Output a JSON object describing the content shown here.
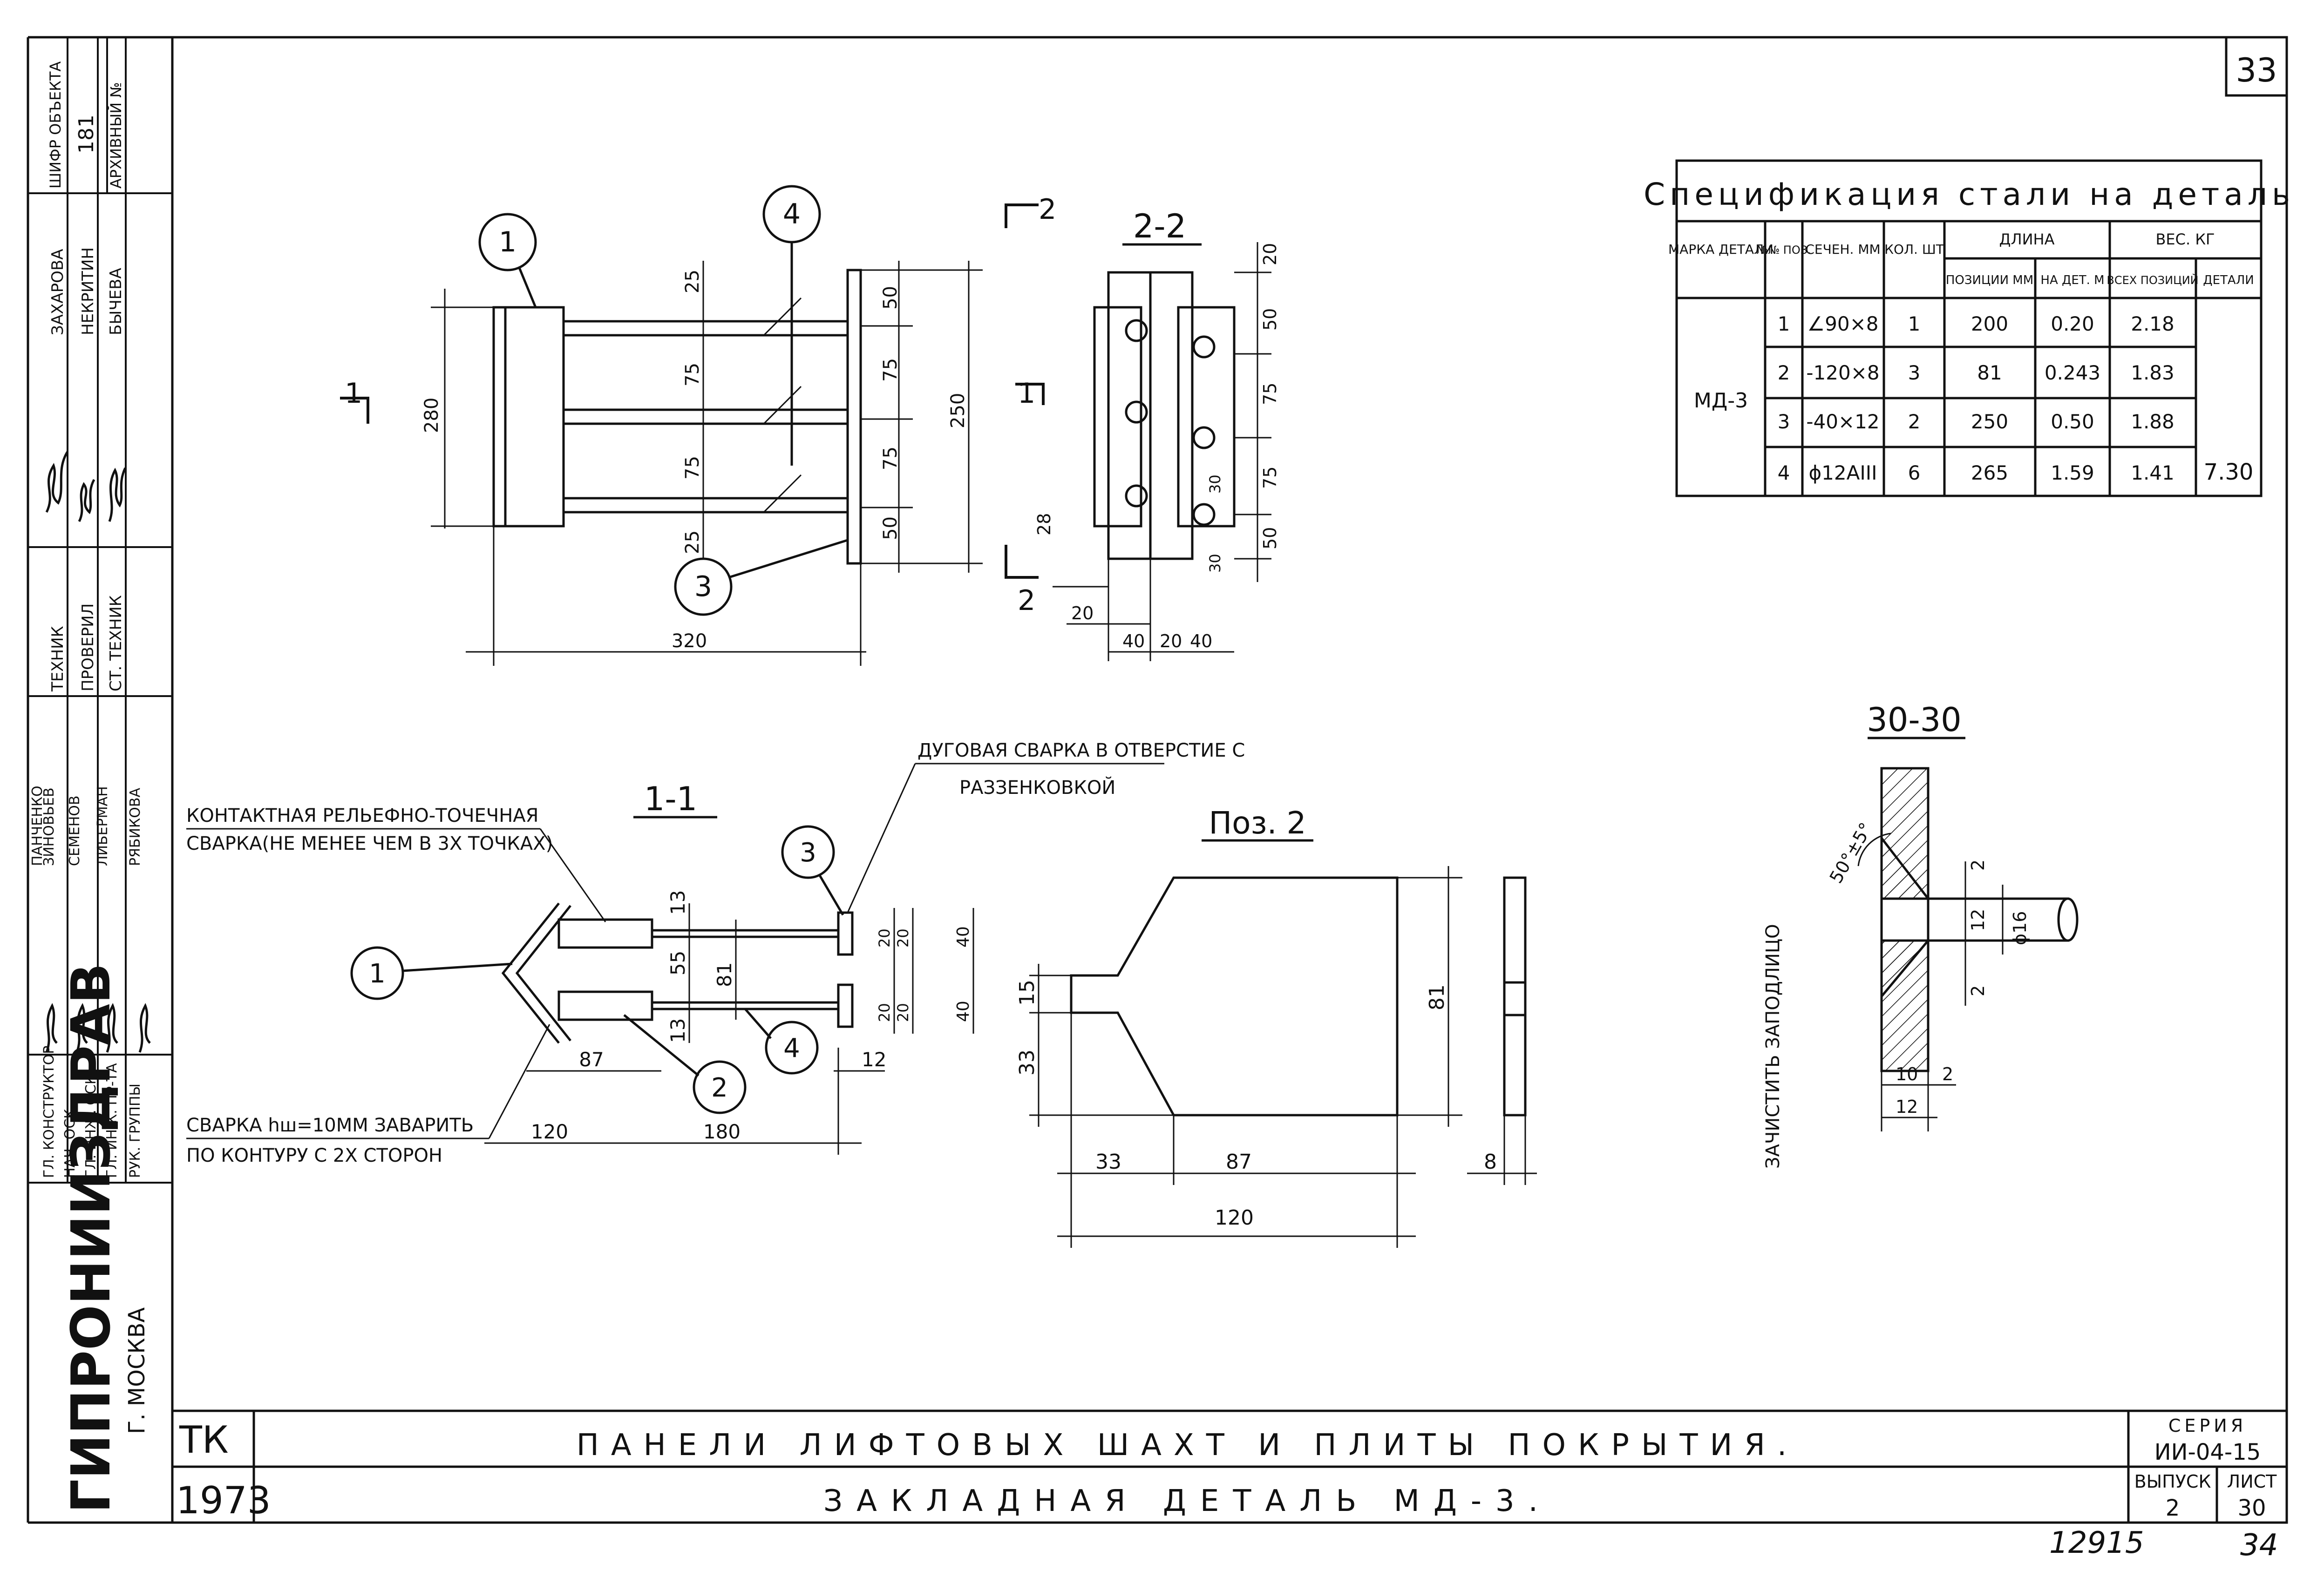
{
  "sheet_number_top": "33",
  "sheet_number_bottom": "34",
  "inventory_number": "12915",
  "spec_table": {
    "title": "Спецификация стали на деталь",
    "headers": {
      "mark": "МАРКА ДЕТАЛИ",
      "pos": "№№ ПОЗ.",
      "section": "СЕЧЕН. ММ",
      "qty": "КОЛ. ШТ",
      "length": "ДЛИНА",
      "length_pos": "ПОЗИЦИИ ММ",
      "length_det": "НА ДЕТ. М",
      "weight": "ВЕС. КГ",
      "weight_all": "ВСЕХ ПОЗИЦИЙ",
      "weight_det": "ДЕТАЛИ"
    },
    "mark": "МД-3",
    "rows": [
      {
        "pos": "1",
        "section": "∠90×8",
        "qty": "1",
        "length_pos": "200",
        "length_det": "0.20",
        "weight_all": "2.18"
      },
      {
        "pos": "2",
        "section": "-120×8",
        "qty": "3",
        "length_pos": "81",
        "length_det": "0.243",
        "weight_all": "1.83"
      },
      {
        "pos": "3",
        "section": "-40×12",
        "qty": "2",
        "length_pos": "250",
        "length_det": "0.50",
        "weight_all": "1.88"
      },
      {
        "pos": "4",
        "section": "ϕ12АIII",
        "qty": "6",
        "length_pos": "265",
        "length_det": "1.59",
        "weight_all": "1.41"
      }
    ],
    "weight_total": "7.30"
  },
  "views": {
    "plan": {
      "dims": [
        "25",
        "75",
        "75",
        "25",
        "280",
        "320",
        "50",
        "75",
        "75",
        "50",
        "250"
      ],
      "pos": [
        "1",
        "4",
        "3"
      ],
      "cut1": "1",
      "cut2": "2"
    },
    "section22": {
      "title": "2-2",
      "dims": [
        "20",
        "50",
        "75",
        "75",
        "50",
        "28",
        "20",
        "40",
        "20",
        "40",
        "30",
        "30"
      ],
      "cut1": "1",
      "cut2": "2"
    },
    "section11": {
      "title": "1-1",
      "dims": [
        "13",
        "55",
        "81",
        "13",
        "87",
        "120",
        "180",
        "12",
        "20",
        "20",
        "40",
        "20",
        "20",
        "40"
      ],
      "pos": [
        "1",
        "2",
        "3",
        "4"
      ]
    },
    "pos2": {
      "title": "Поз. 2",
      "dims": [
        "15",
        "33",
        "81",
        "33",
        "87",
        "120",
        "8"
      ]
    },
    "section3030": {
      "title": "30-30",
      "dims": [
        "50°±5°",
        "2",
        "12",
        "ϕ16",
        "2",
        "10",
        "2",
        "12"
      ],
      "label": "ЗАЧИСТИТЬ ЗАПОДЛИЦО"
    }
  },
  "notes": {
    "contact_weld_1": "КОНТАКТНАЯ РЕЛЬЕФНО-ТОЧЕЧНАЯ",
    "contact_weld_2": "СВАРКА(НЕ МЕНЕЕ ЧЕМ В 3Х ТОЧКАХ)",
    "arc_weld_1": "ДУГОВАЯ СВАРКА В ОТВЕРСТИЕ С",
    "arc_weld_2": "РАЗЗЕНКОВКОЙ",
    "contour_weld_1": "СВАРКА hш=10ММ ЗАВАРИТЬ",
    "contour_weld_2": "ПО КОНТУРУ С 2Х СТОРОН"
  },
  "left_stamp": {
    "cells": [
      "ТЕХНИК",
      "ПРОВЕРИЛ",
      "СТ. ТЕХНИК",
      "ГЛ. КОНСТРУКТОР",
      "НАЧ. ОСК",
      "ГЛ. ИНЖ. ОСК",
      "ГЛ. ИНЖ. ПР-ТА",
      "РУК. ГРУППЫ",
      "ЗАХАРОВА",
      "НЕКРИТИН",
      "БЫЧЕВА",
      "ЗИНОВЬЕВ",
      "СЕМЕНОВ",
      "ЛИБЕРМАН",
      "РЯБИКОВА",
      "ПАНЧЕНКО",
      "ШИФР ОБЪЕКТА",
      "181",
      "АРХИВНЫЙ №"
    ],
    "org": "ГИПРОНИИЗДРАВ",
    "city": "Г. МОСКВА"
  },
  "title_block": {
    "tk": "ТК",
    "year": "1973",
    "title1": "ПАНЕЛИ ЛИФТОВЫХ ШАХТ И ПЛИТЫ ПОКРЫТИЯ.",
    "title2": "ЗАКЛАДНАЯ ДЕТАЛЬ МД-3.",
    "series_label": "СЕРИЯ",
    "series": "ИИ-04-15",
    "issue_label": "ВЫПУСК",
    "issue": "2",
    "sheet_label": "ЛИСТ",
    "sheet": "30"
  }
}
